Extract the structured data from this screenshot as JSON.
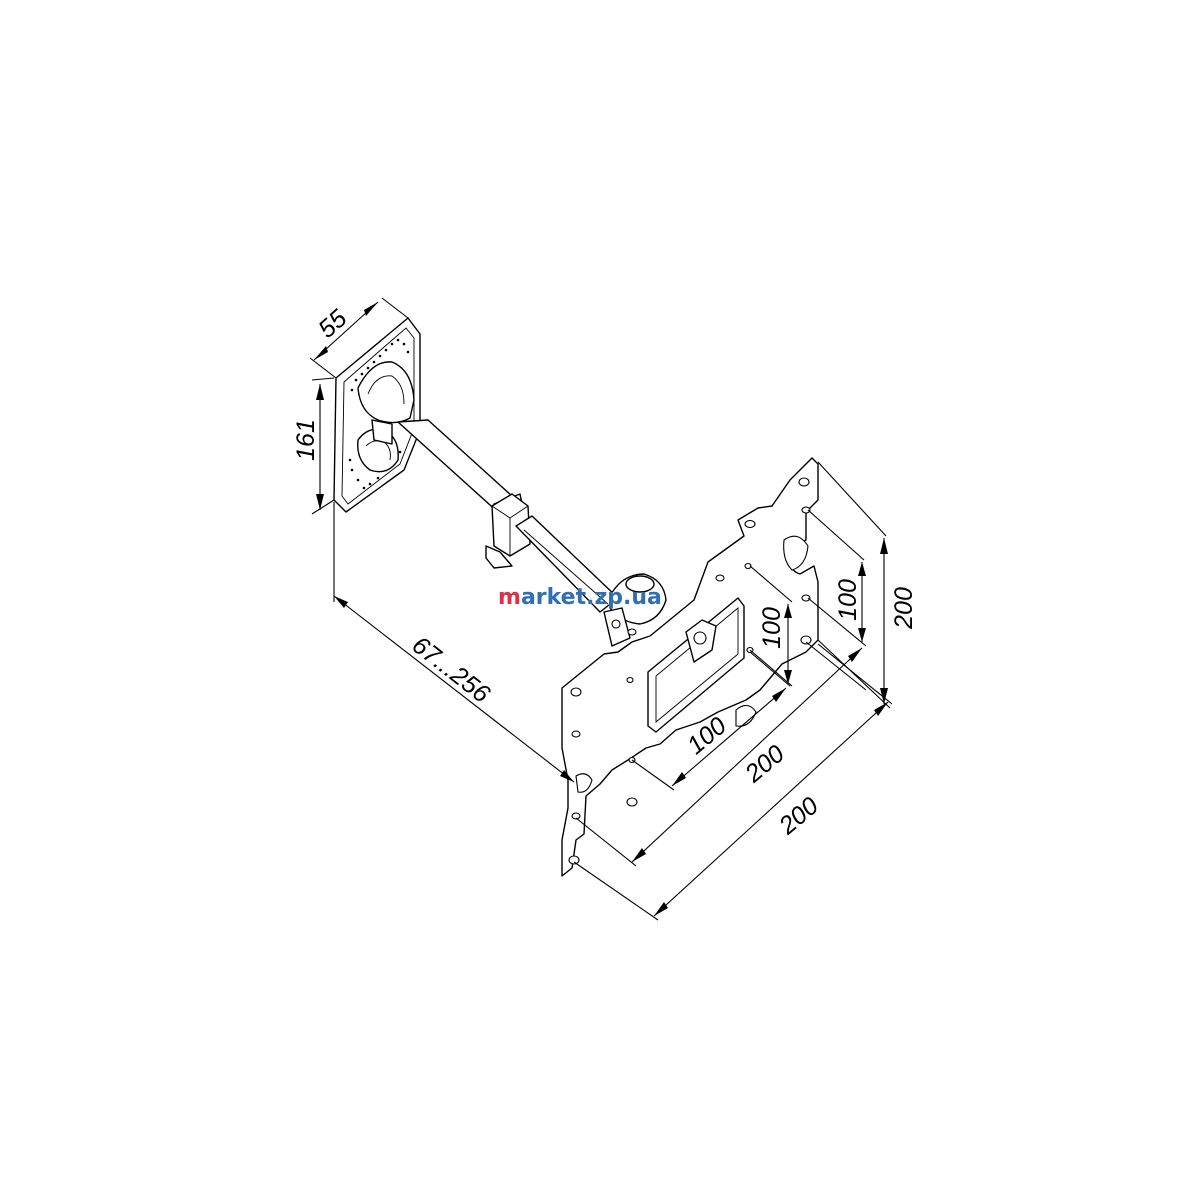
{
  "dimensions": {
    "base_width": "55",
    "base_height": "161",
    "arm_extension": "67...256",
    "plate_small_v": "100",
    "plate_mid_v": "100",
    "plate_total_v": "200",
    "plate_small_h": "100",
    "plate_mid_h": "200",
    "plate_total_h": "200"
  },
  "watermark": {
    "prefix": "m",
    "suffix": "arket.zp.ua",
    "prefix_color": "#e0304a",
    "suffix_color": "#2f6fb3"
  }
}
